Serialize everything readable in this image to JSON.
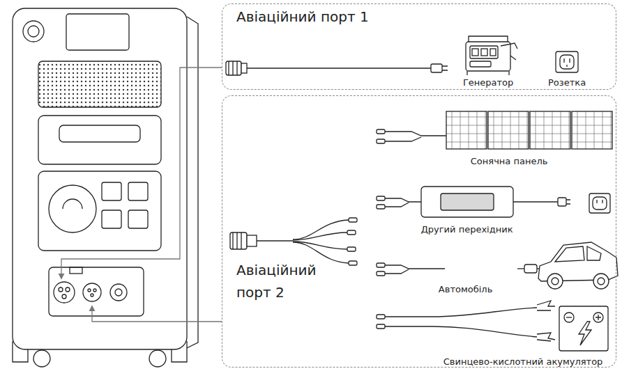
{
  "diagram": {
    "nodes": [
      {
        "text": [
          "Авіаційний порт 1"
        ]
      },
      {
        "text": [
          "Генератор"
        ],
        "in": 0
      },
      {
        "text": [
          "Розетка"
        ],
        "in": 0
      },
      {
        "text": [
          "Авіаційний порт 2"
        ]
      },
      {
        "text": [
          "Сонячна панель"
        ],
        "in": 3
      },
      {
        "text": [
          "Другий перехідник"
        ],
        "in": 3
      },
      {
        "text": [
          "Автомобіль"
        ],
        "in": 3
      },
      {
        "text": [
          "Свинцево-кислотний акумулятор"
        ],
        "in": 3
      }
    ]
  }
}
